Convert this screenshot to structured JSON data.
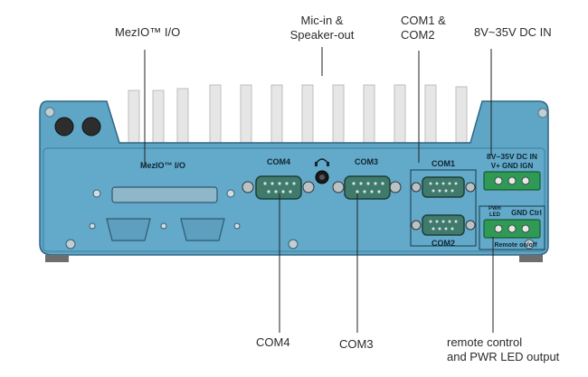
{
  "callouts": {
    "meziio_top": "MezIO™ I/O",
    "mic_line1": "Mic-in &",
    "mic_line2": "Speaker-out",
    "com12_line1": "COM1 &",
    "com12_line2": "COM2",
    "dcin": "8V~35V DC IN",
    "com4": "COM4",
    "com3": "COM3",
    "remote_line1": "remote control",
    "remote_line2": "and PWR LED output"
  },
  "panel_labels": {
    "mezio": "MezIO™ I/O",
    "com4": "COM4",
    "com3": "COM3",
    "com1": "COM1",
    "com2": "COM2",
    "dc_title": "8V~35V DC IN",
    "dc_pins": "V+  GND  IGN",
    "pwr_top": "PWR",
    "pwr_bottom": "LED",
    "gnd_ctrl": "GND  Ctrl",
    "remote": "Remote on/off"
  },
  "colors": {
    "chassis": "#5fa5c6",
    "chassis_dark": "#3f7f9f",
    "fins": "#e8e8e8",
    "connector": "#3f7a6c",
    "terminal_green": "#2f9a55"
  }
}
